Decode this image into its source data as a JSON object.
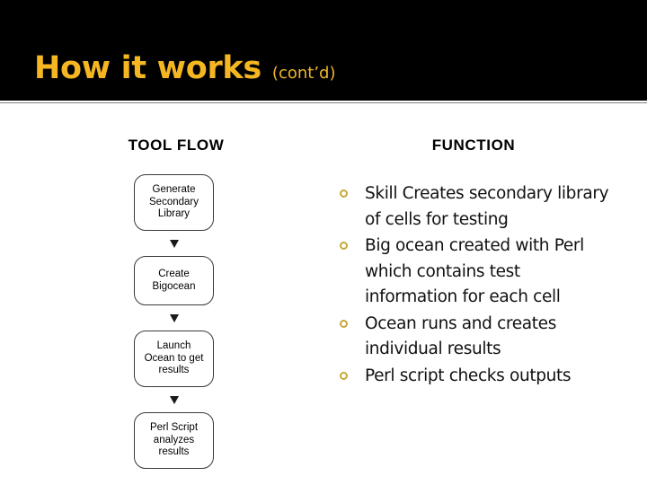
{
  "header": {
    "title": "How it works",
    "title_suffix": "(cont’d)",
    "title_color": "#F5B721",
    "background_color": "#000000",
    "rule_color": "#808285"
  },
  "columns": {
    "tool_flow_heading": "TOOL FLOW",
    "function_heading": "FUNCTION"
  },
  "tool_flow": {
    "nodes": [
      {
        "label": "Generate\nSecondary\nLibrary",
        "lines": 3
      },
      {
        "label": "Create\nBigocean",
        "lines": 2
      },
      {
        "label": "Launch\nOcean to get\nresults",
        "lines": 3
      },
      {
        "label": "Perl Script\nanalyzes\nresults",
        "lines": 3
      }
    ],
    "connector_icon": "arrow-down-icon"
  },
  "function": {
    "bullet_color": "#C6A93A",
    "bullet_icon": "hollow-circle-bullet-icon",
    "items": [
      "Skill Creates secondary library of cells for testing",
      "Big ocean created with Perl which contains test information for each cell",
      "Ocean runs and creates individual results",
      "Perl script checks outputs"
    ]
  }
}
